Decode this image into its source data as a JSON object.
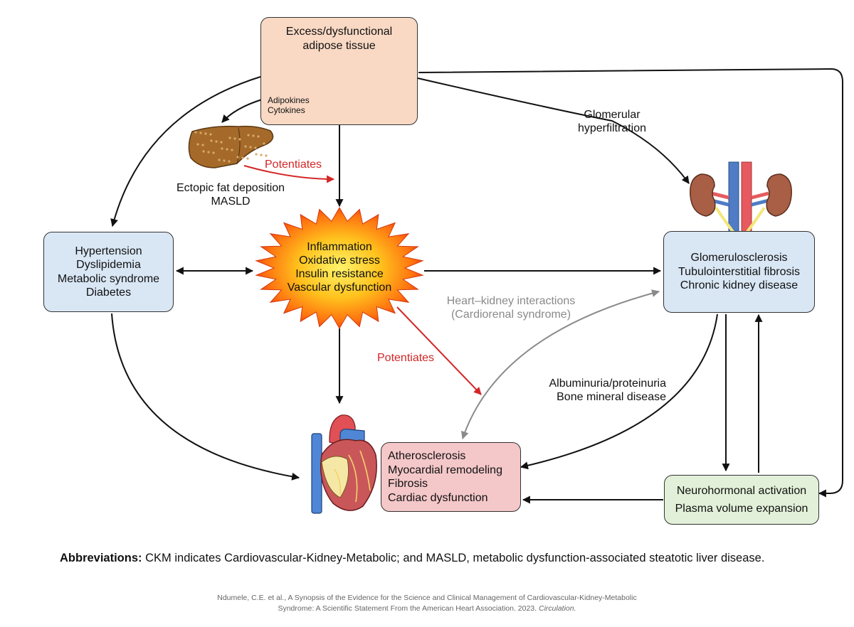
{
  "nodes": {
    "adipose": {
      "title": [
        "Excess/dysfunctional",
        "adipose tissue"
      ],
      "sublabel": [
        "Adipokines",
        "Cytokines"
      ]
    },
    "liver": {
      "label": [
        "Ectopic fat deposition",
        "MASLD"
      ]
    },
    "metabolic": {
      "lines": [
        "Hypertension",
        "Dyslipidemia",
        "Metabolic syndrome",
        "Diabetes"
      ]
    },
    "inflammation": {
      "lines": [
        "Inflammation",
        "Oxidative stress",
        "Insulin resistance",
        "Vascular dysfunction"
      ]
    },
    "kidney": {
      "lines": [
        "Glomerulosclerosis",
        "Tubulointerstitial fibrosis",
        "Chronic kidney disease"
      ]
    },
    "heart": {
      "lines": [
        "Atherosclerosis",
        "Myocardial remodeling",
        "Fibrosis",
        "Cardiac dysfunction"
      ]
    },
    "neuro": {
      "lines": [
        "Neurohormonal activation",
        "Plasma volume expansion"
      ]
    }
  },
  "edge_labels": {
    "potentiates_top": "Potentiates",
    "potentiates_mid": "Potentiates",
    "glomerular": [
      "Glomerular",
      "hyperfiltration"
    ],
    "heart_kidney": [
      "Heart–kidney interactions",
      "(Cardiorenal syndrome)"
    ],
    "albuminuria": [
      "Albuminuria/proteinuria",
      "Bone mineral disease"
    ]
  },
  "abbreviations": {
    "label": "Abbreviations:",
    "text": " CKM indicates Cardiovascular-Kidney-Metabolic; and MASLD, metabolic dysfunction-associated steatotic liver disease."
  },
  "citation": {
    "line1": "Ndumele, C.E. et al., A Synopsis of the Evidence for the Science and Clinical Management of Cardiovascular-Kidney-Metabolic",
    "line2": "Syndrome: A Scientific Statement From the American Heart Association. 2023. ",
    "journal": "Circulation."
  },
  "colors": {
    "adipose_box": "#f9d9c4",
    "blue_box": "#d9e7f5",
    "pink_box": "#f4c7c9",
    "green_box": "#e2f0d9",
    "potentiates": "#d42626",
    "cardiorenal": "#8a8a8a",
    "arrow": "#111111"
  },
  "icons": [
    "fat-cells-icon",
    "liver-icon",
    "kidneys-icon",
    "heart-icon",
    "starburst-icon"
  ]
}
